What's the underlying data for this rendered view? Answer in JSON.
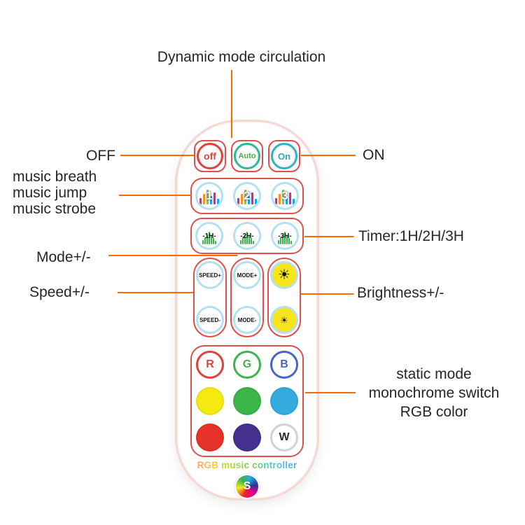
{
  "colors": {
    "callout_line": "#ff6a00",
    "label_text": "#262626",
    "group_outline": "#e0504a",
    "power_off_red": "#e2403c",
    "power_on_teal": "#2fb3c0",
    "auto_green": "#3cb54a",
    "swatch_yellow": "#f4ea12",
    "swatch_green": "#3cb54a",
    "swatch_blue": "#35aade",
    "swatch_red": "#e63329",
    "swatch_purple": "#44318f"
  },
  "callouts": {
    "dynamic_mode": "Dynamic mode circulation",
    "off": "OFF",
    "music_modes": [
      "music breath",
      "music jump",
      "music strobe"
    ],
    "mode": "Mode+/-",
    "speed": "Speed+/-",
    "on": "ON",
    "timer": "Timer:1H/2H/3H",
    "brightness": "Brightness+/-",
    "static": [
      "static mode",
      "monochrome switch",
      "RGB color"
    ]
  },
  "remote": {
    "power": [
      {
        "label": "off"
      },
      {
        "label": "Auto"
      },
      {
        "label": "On"
      }
    ],
    "music": [
      {
        "number": "1"
      },
      {
        "number": "2"
      },
      {
        "number": "3"
      }
    ],
    "timer": [
      {
        "label": "-1H-"
      },
      {
        "label": "-2H-"
      },
      {
        "label": "-3H-"
      }
    ],
    "speed": {
      "plus": "SPEED+",
      "minus": "SPEED-"
    },
    "mode": {
      "plus": "MODE+",
      "minus": "MODE-"
    },
    "brightness": {
      "plus_icon": "☀",
      "minus_icon": "☀"
    },
    "rgb_letters": {
      "r": "R",
      "g": "G",
      "b": "B",
      "w": "W"
    },
    "footer": "RGB music controller",
    "logo_letter": "S"
  }
}
